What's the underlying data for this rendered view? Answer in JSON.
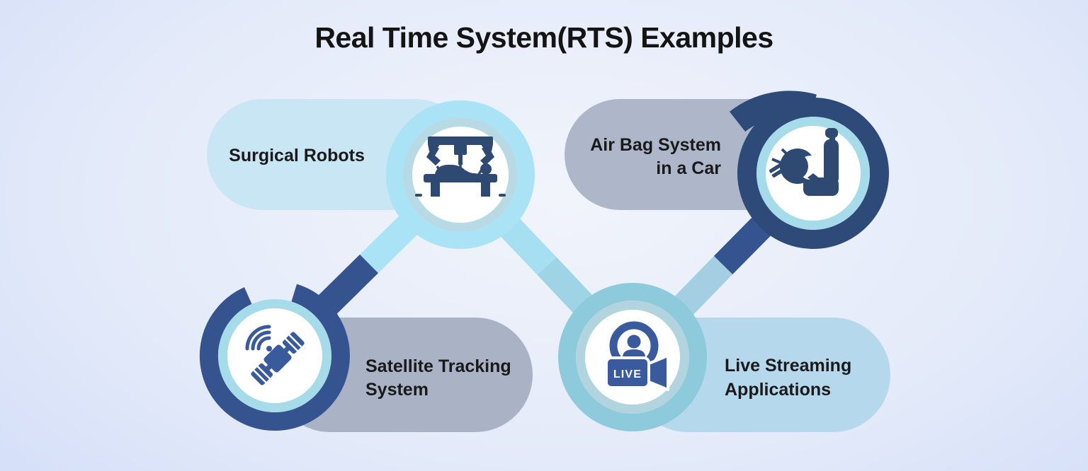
{
  "title": "Real Time System(RTS) Examples",
  "nodes": {
    "surgical": {
      "label": "Surgical Robots",
      "icon": "surgical-robot-icon"
    },
    "airbag": {
      "line1": "Air Bag System",
      "line2": "in a Car",
      "icon": "airbag-seat-icon"
    },
    "satellite": {
      "line1": "Satellite Tracking",
      "line2": "System",
      "icon": "satellite-icon"
    },
    "live": {
      "line1": "Live Streaming",
      "line2": "Applications",
      "icon": "live-video-icon",
      "badge": "LIVE"
    }
  },
  "colors": {
    "background_edge": "#bdd0f7",
    "background_center": "#f1f4fb",
    "navy_ring": "#2e4a78",
    "navy_connector": "#35548f",
    "icon_navy_dark": "#2e4a72",
    "icon_navy_blue": "#3a5a9e",
    "cyan_ring": "#a9e3f5",
    "cyan_inner_ring": "#a6dbea",
    "teal_outer_ring": "#8ccadc",
    "teal_inner_ring": "#b2d4de",
    "surgical_inner_ring": "#b7dae4",
    "steel_connector": "#a4cee1",
    "pill_light_blue": "#c9e6f4",
    "pill_sky_blue": "#b5d8ec",
    "pill_gray": "#aeb7c9",
    "title_color": "#141414",
    "label_color": "#1a1a1a"
  }
}
